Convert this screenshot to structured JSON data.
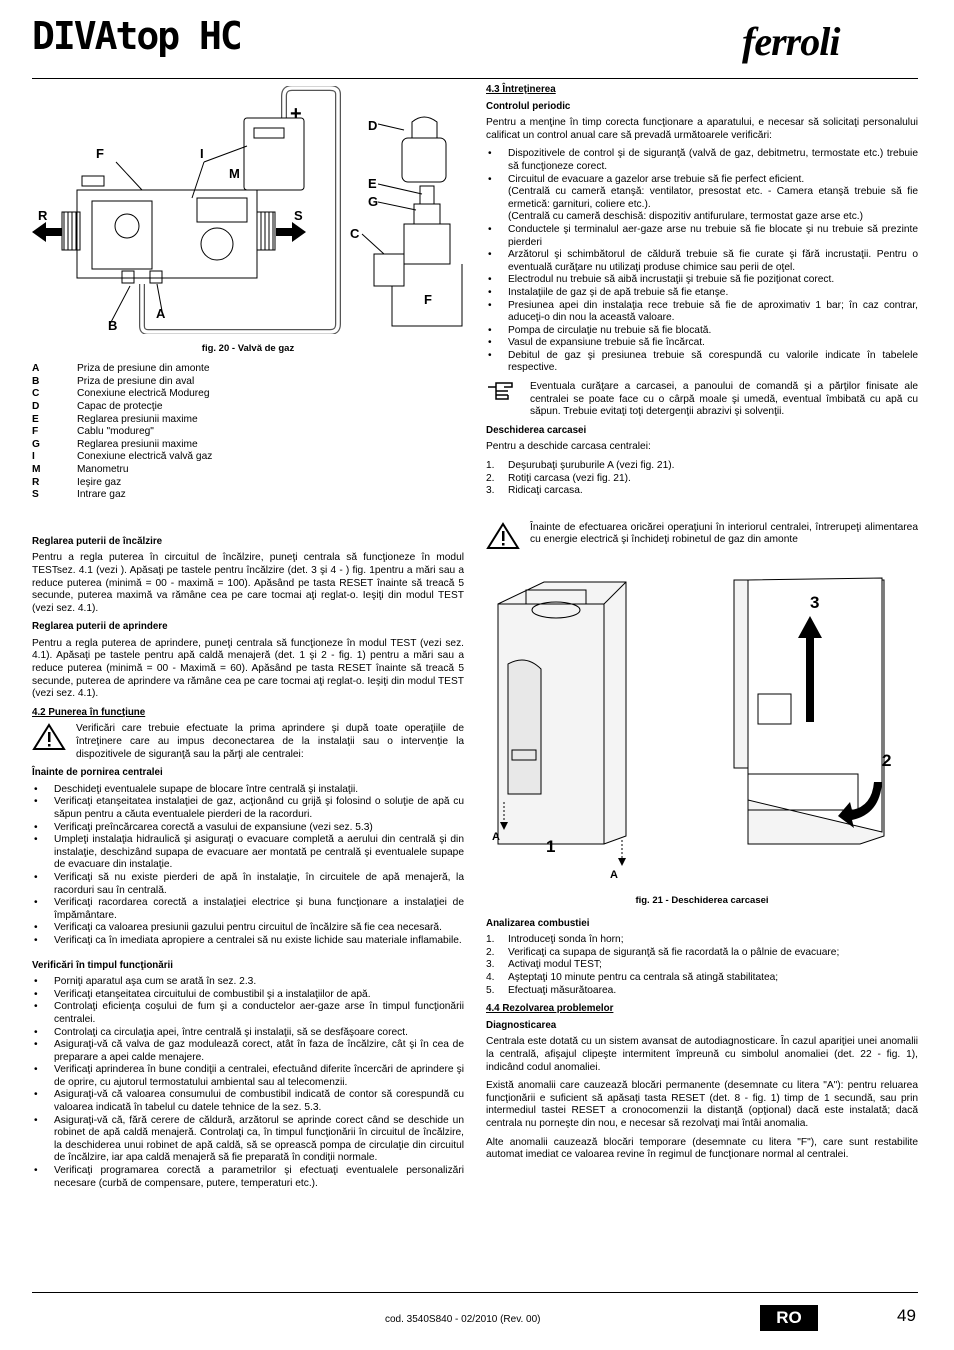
{
  "header": {
    "title": "DIVAtop HC",
    "brand": "ferroli"
  },
  "fig20": {
    "caption": "fig. 20 - Valvă de gaz",
    "labels": {
      "F": "F",
      "I": "I",
      "M": "M",
      "D": "D",
      "E": "E",
      "G": "G",
      "C": "C",
      "R": "R",
      "S": "S",
      "B": "B",
      "A": "A",
      "F2": "F",
      "plus": "+"
    }
  },
  "legend": [
    {
      "k": "A",
      "v": "Priza de presiune din amonte"
    },
    {
      "k": "B",
      "v": "Priza de presiune din aval"
    },
    {
      "k": "C",
      "v": "Conexiune electrică Modureg"
    },
    {
      "k": "D",
      "v": "Capac de protecţie"
    },
    {
      "k": "E",
      "v": "Reglarea presiunii maxime"
    },
    {
      "k": "F",
      "v": "Cablu \"modureg\""
    },
    {
      "k": "G",
      "v": "Reglarea presiunii maxime"
    },
    {
      "k": "I",
      "v": "Conexiune electrică valvă gaz"
    },
    {
      "k": "M",
      "v": "Manometru"
    },
    {
      "k": "R",
      "v": "Ieşire gaz"
    },
    {
      "k": "S",
      "v": "Intrare gaz"
    }
  ],
  "left": {
    "h_heat": "Reglarea  puterii de încălzire",
    "p_heat": "Pentru a regla puterea în circuitul de încălzire, puneţi centrala să funcţioneze în modul TESTsez. 4.1 (vezi ). Apăsaţi pe tastele pentru încălzire (det. 3 şi 4 - ) fig. 1pentru a mări sau a reduce  puterea (minimă = 00 - maximă = 100). Apăsând pe tasta RESET înainte să treacă  5 secunde, puterea maximă va rămâne cea pe care tocmai aţi reglat-o. Ieşiţi din  modul TEST (vezi sez. 4.1).",
    "h_ign": "Reglarea  puterii de aprindere",
    "p_ign": "Pentru a regla puterea de  aprindere, puneţi centrala să funcţioneze în modul TEST (vezi sez. 4.1). Apăsaţi pe tastele pentru apă caldă menajeră  (det. 1 şi 2 - fig. 1) pentru a mări sau a  reduce puterea (minimă = 00 - Maximă = 60). Apăsând pe tasta RESET înainte să treacă 5 secunde, puterea de aprindere va rămâne cea  pe care tocmai aţi reglat-o. Ieşiţi din modul TEST (vezi sez. 4.1).",
    "h42": "4.2  Punerea în funcţiune",
    "warn42": "Verificări care trebuie efectuate la prima aprindere şi după toate operaţiile de întreţinere care au impus deconectarea de la instalaţii sau o intervenţie la dispozitivele de siguranţă sau la părţi ale centralei:",
    "h_before": "Înainte de pornirea centralei",
    "before": [
      "Deschideţi eventualele supape de blocare între centrală şi instalaţii.",
      "Verificaţi etanşeitatea instalaţiei de gaz, acţionând cu grijă şi folosind o soluţie de apă cu săpun pentru a căuta eventualele pierderi de la racorduri.",
      "Verificaţi preîncărcarea corectă a vasului de expansiune (vezi sez. 5.3)",
      "Umpleţi instalaţia hidraulică şi asiguraţi o evacuare completă a aerului din centrală şi din instalaţie, deschizând supapa de evacuare aer montată pe centrală şi eventualele supape de evacuare din instalaţie.",
      "Verificaţi să nu existe pierderi de apă în instalaţie, în circuitele de apă menajeră, la racorduri sau în centrală.",
      "Verificaţi racordarea corectă a instalaţiei electrice şi buna funcţionare a instalaţiei de împământare.",
      "Verificaţi ca valoarea presiunii gazului pentru circuitul de încălzire să fie cea necesară.",
      "Verificaţi ca în imediata apropiere a centralei să nu existe lichide sau materiale inflamabile."
    ],
    "h_during": "Verificări în timpul funcţionării",
    "during": [
      "Porniţi aparatul aşa cum se arată în sez. 2.3.",
      "Verificaţi etanşeitatea circuitului de combustibil şi a instalaţiilor de apă.",
      "Controlaţi eficienţa coşului de fum şi a conductelor aer-gaze arse în timpul funcţionării centralei.",
      "Controlaţi ca circulaţia apei, între centrală şi instalaţii, să se desfăşoare corect.",
      "Asiguraţi-vă că valva de gaz modulează corect, atât în faza de încălzire, cât şi în cea de preparare a apei calde menajere.",
      "Verificaţi aprinderea în bune condiţii a centralei, efectuând diferite încercări de aprindere şi de oprire, cu ajutorul termostatului ambiental sau al telecomenzii.",
      "Asiguraţi-vă că valoarea consumului de combustibil indicată de contor să corespundă cu valoarea indicată în tabelul cu datele tehnice de la sez. 5.3.",
      "Asiguraţi-vă că, fără cerere de căldură, arzătorul se aprinde corect când se deschide un robinet de apă caldă menajeră. Controlaţi ca, în timpul funcţionării în circuitul de încălzire, la deschiderea unui robinet de apă caldă, să se oprească pompa de circulaţie din circuitul de încălzire, iar apa caldă menajeră să fie preparată în condiţii normale.",
      "Verificaţi programarea corectă a parametrilor şi efectuaţi eventualele personalizări necesare (curbă de compensare, putere, temperaturi etc.)."
    ]
  },
  "right": {
    "h43": "4.3  Întreţinerea",
    "h_per": "Controlul  periodic",
    "p_per": "Pentru a menţine în timp corecta funcţionare a aparatului,  e necesar să solicitaţi personalului calificat un control  anual care să prevadă următoarele verificări:",
    "checks": [
      "Dispozitivele de control şi de siguranţă  (valvă de gaz, debitmetru, termostate etc.) trebuie să funcţioneze corect.",
      "Circuitul de evacuare a gazelor arse trebuie să fie perfect  eficient.\n(Centrală cu cameră etanşă: ventilator, presostat etc. - Camera etanşă trebuie să fie ermetică: garnituri, coliere etc.).\n(Centrală cu cameră deschisă: dispozitiv antifurulare, termostat gaze arse etc.)",
      "Conductele şi terminalul aer-gaze arse nu trebuie să fie blocate  şi nu trebuie să prezinte pierderi",
      "Arzătorul şi schimbătorul de căldură trebuie să fie curate  şi fără incrustaţii. Pentru o eventuală curăţare nu utilizaţi produse  chimice sau perii de oţel.",
      "Electrodul nu trebuie să aibă incrustaţii şi trebuie să fie poziţionat  corect.",
      "Instalaţiile de gaz şi de apă trebuie să fie etanşe.",
      "Presiunea apei din instalaţia rece trebuie să fie de aproximativ 1 bar; în caz contrar, aduceţi-o din nou la această valoare.",
      "Pompa de circulaţie nu trebuie să fie blocată.",
      "Vasul de expansiune trebuie să fie încărcat.",
      "Debitul de gaz şi presiunea trebuie să corespundă  cu valorile indicate în tabelele respective."
    ],
    "note": "Eventuala curăţare a carcasei, a panoului de comandă  şi a părţilor finisate ale centralei se poate face cu  o cârpă moale şi umedă, eventual îmbibată cu apă cu săpun. Trebuie evitaţi toţi detergenţii abrazivi şi solvenţii.",
    "h_open": "Deschiderea carcasei",
    "p_open": "Pentru a deschide carcasa centralei:",
    "open_steps": [
      "Deşurubaţi şuruburile A (vezi fig. 21).",
      "Rotiţi carcasa (vezi fig. 21).",
      "Ridicaţi carcasa."
    ],
    "warn_open": "Înainte de efectuarea oricărei  operaţiuni în interiorul centralei, întrerupeţi alimentarea cu energie  electrică şi închideţi robinetul de gaz din amonte",
    "fig21": {
      "caption": "fig. 21 - Deschiderea carcasei",
      "n1": "1",
      "n2": "2",
      "n3": "3",
      "a1": "A",
      "a2": "A"
    },
    "h_comb": "Analizarea combustiei",
    "comb_steps": [
      "Introduceţi sonda în horn;",
      "Verificaţi ca supapa de siguranţă să fie racordată la o pâlnie de evacuare;",
      "Activaţi modul TEST;",
      "Aşteptaţi 10 minute pentru ca centrala să atingă stabilitatea;",
      "Efectuaţi măsurătoarea."
    ],
    "h44": "4.4  Rezolvarea problemelor",
    "h_diag": "Diagnosticarea",
    "p_diag1": "Centrala este dotată cu un sistem avansat de autodiagnosticare. În cazul apariţiei unei anomalii la centrală, afişajul clipeşte intermitent împreună cu simbolul anomaliei (det. 22 - fig. 1), indicând codul anomaliei.",
    "p_diag2": "Există anomalii care cauzează blocări permanente (desemnate  cu litera \"A\"): pentru reluarea funcţionării  e suficient să apăsaţi tasta RESET (det. 8 - fig. 1) timp de 1 secundă, sau prin intermediul tastei RESET  a cronocomenzii la distanţă (opţional) dacă este instalată; dacă centrala nu porneşte din nou, e necesar să rezolvaţi mai întâi anomalia.",
    "p_diag3": "Alte anomalii cauzează blocări temporare (desemnate  cu litera \"F\"), care sunt restabilite automat  imediat ce valoarea revine în regimul de funcţionare normal  al centralei."
  },
  "footer": {
    "code": "cod. 3540S840  -  02/2010  (Rev. 00)",
    "lang": "RO",
    "page": "49"
  }
}
